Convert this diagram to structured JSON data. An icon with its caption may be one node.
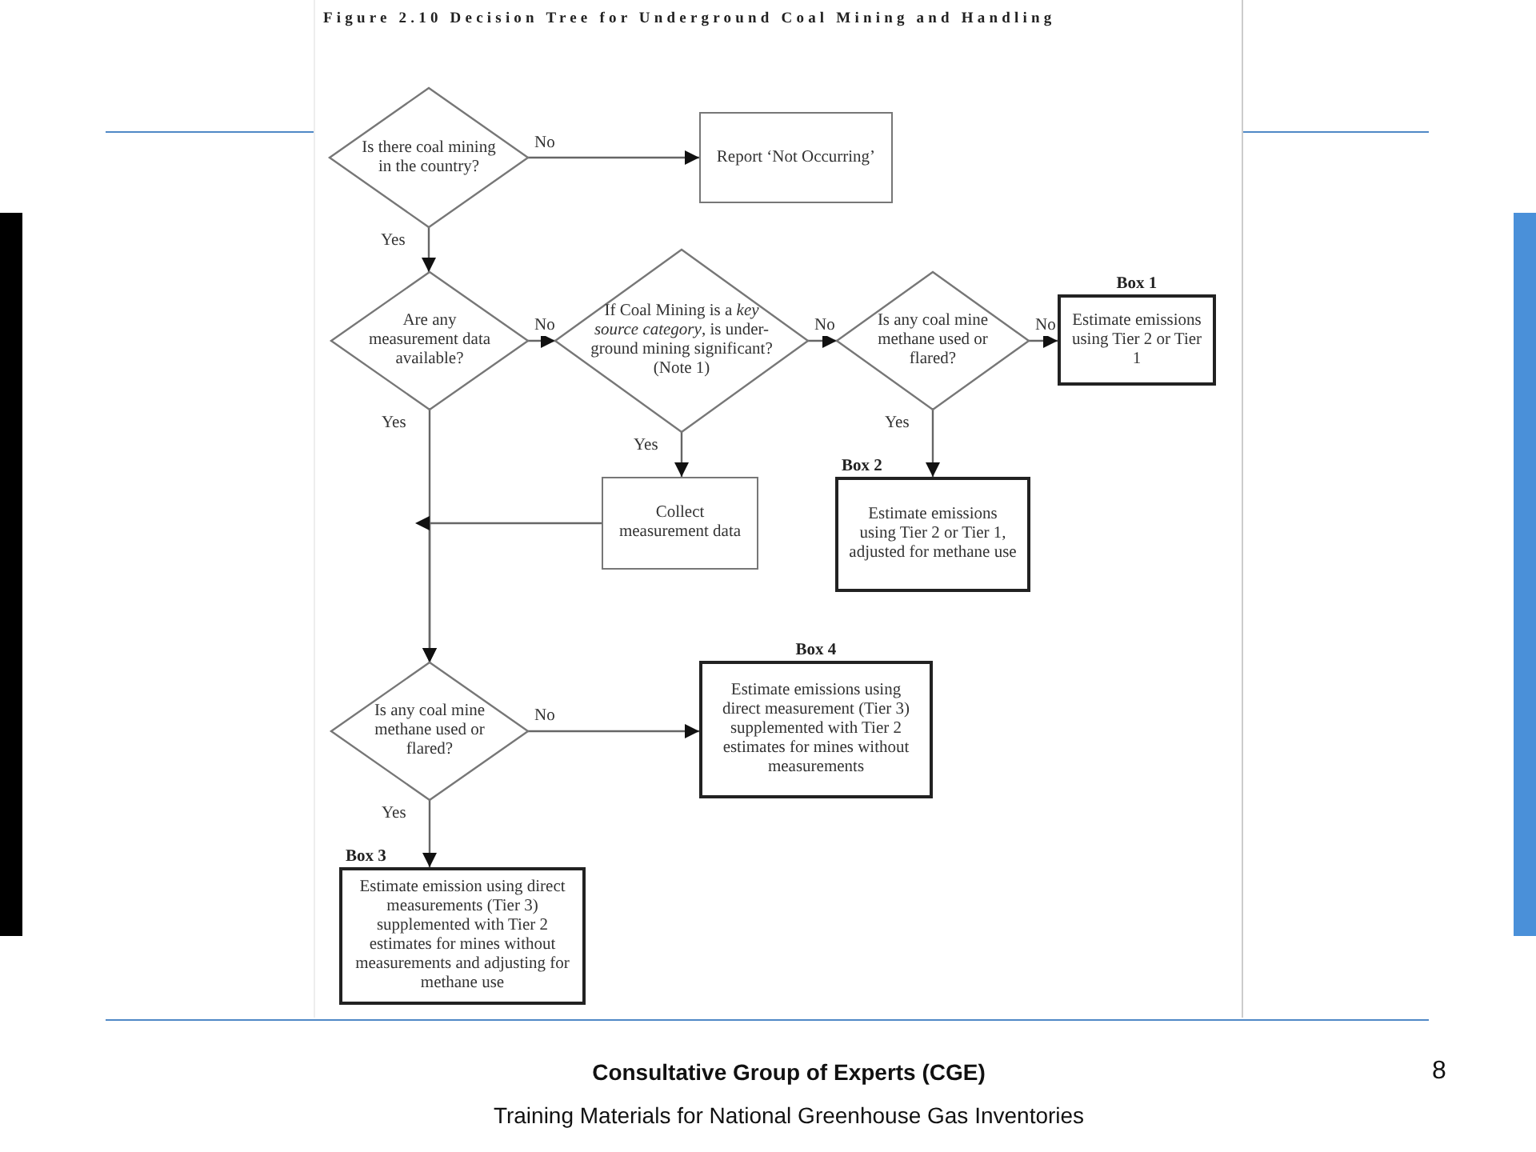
{
  "diagram": {
    "title": "Figure 2.10 Decision Tree for Underground Coal Mining and Handling",
    "nodes": [
      {
        "text": [
          "Is there coal mining in the country?"
        ]
      },
      {
        "text": [
          "Report ‘Not Occurring’"
        ]
      },
      {
        "text": [
          "Are any measurement data available?"
        ]
      },
      {
        "text": [
          "If Coal Mining is a *key source category*, is under-ground mining significant? (Note 1)"
        ]
      },
      {
        "text": [
          "Is any coal mine methane used or flared?"
        ]
      },
      {
        "text": [
          "Box 1",
          "Estimate emissions using Tier 2 or Tier 1"
        ]
      },
      {
        "text": [
          "Collect measurement data"
        ]
      },
      {
        "text": [
          "Box 2",
          "Estimate emissions using Tier 2 or Tier 1, adjusted for methane use"
        ]
      },
      {
        "text": [
          "Is any coal mine methane used or flared?"
        ]
      },
      {
        "text": [
          "Box 4",
          "Estimate emissions using direct measurement (Tier 3) supplemented with Tier 2 estimates for mines without measurements"
        ]
      },
      {
        "text": [
          "Box 3",
          "Estimate emission using direct measurements (Tier 3) supplemented with Tier 2 estimates for mines without measurements and adjusting for methane use"
        ]
      }
    ],
    "edges": [
      {
        "from": 0,
        "to": 1,
        "arrow": "to",
        "label": "No"
      },
      {
        "from": 0,
        "to": 2,
        "arrow": "to",
        "label": "Yes"
      },
      {
        "from": 2,
        "to": 3,
        "arrow": "to",
        "label": "No"
      },
      {
        "from": 3,
        "to": 4,
        "arrow": "to",
        "label": "No"
      },
      {
        "from": 4,
        "to": 5,
        "arrow": "to",
        "label": "No"
      },
      {
        "from": 3,
        "to": 6,
        "arrow": "to",
        "label": "Yes"
      },
      {
        "from": 4,
        "to": 7,
        "arrow": "to",
        "label": "Yes"
      },
      {
        "from": 2,
        "to": 8,
        "arrow": "to",
        "label": "Yes"
      },
      {
        "from": 6,
        "to": 8,
        "arrow": "to"
      },
      {
        "from": 8,
        "to": 9,
        "arrow": "to",
        "label": "No"
      },
      {
        "from": 8,
        "to": 10,
        "arrow": "to",
        "label": "Yes"
      }
    ],
    "labels": [
      "Consultative Group of Experts (CGE)",
      "Training Materials for National Greenhouse Gas Inventories",
      "8"
    ]
  }
}
